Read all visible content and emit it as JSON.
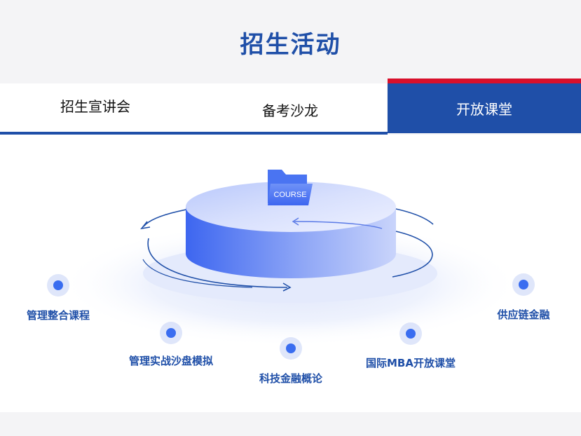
{
  "page": {
    "title": "招生活动"
  },
  "tabs": [
    {
      "label": "招生宣讲会",
      "active": false
    },
    {
      "label": "备考沙龙",
      "active": false
    },
    {
      "label": "开放课堂",
      "active": true
    }
  ],
  "illustration": {
    "folder_label": "COURSE",
    "nodes": [
      {
        "label": "管理整合课程"
      },
      {
        "label": "管理实战沙盘模拟"
      },
      {
        "label": "科技金融概论"
      },
      {
        "label": "国际MBA开放课堂"
      },
      {
        "label": "供应链金融"
      }
    ]
  },
  "colors": {
    "brand_blue": "#1f4fa8",
    "accent_red": "#d8102b",
    "dot_blue": "#3a6df0"
  }
}
